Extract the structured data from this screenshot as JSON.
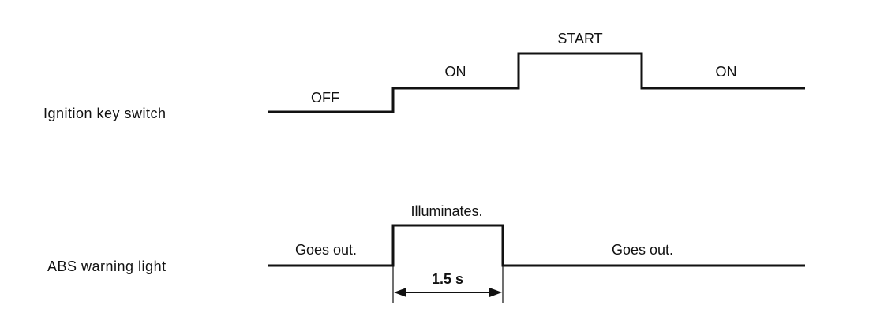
{
  "ignition": {
    "row_label": "Ignition key switch",
    "states": [
      "OFF",
      "ON",
      "START",
      "ON"
    ]
  },
  "abs": {
    "row_label": "ABS warning light",
    "states": [
      "Goes out.",
      "Illuminates.",
      "Goes out."
    ],
    "duration_label": "1.5 s"
  }
}
